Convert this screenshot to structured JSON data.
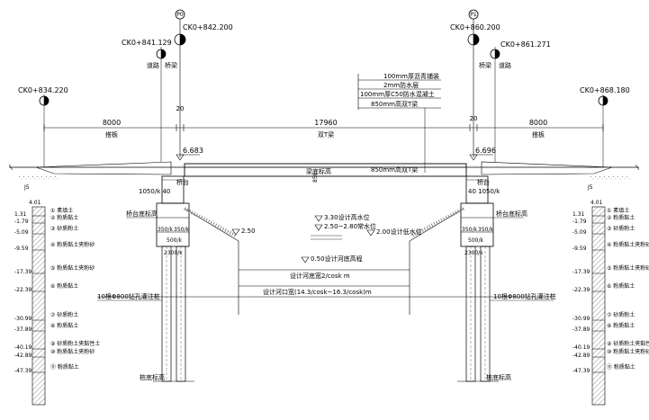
{
  "piers": [
    {
      "name": "P0",
      "top_label": "CK0+842.200",
      "side_label": "CK0+841.129",
      "abut_left": "道路",
      "abut_right": "桥梁"
    },
    {
      "name": "P1",
      "top_label": "CK0+860.200",
      "side_label": "CK0+861.271",
      "abut_left": "桥梁",
      "abut_right": "道路"
    }
  ],
  "far_left_station": "CK0+834.220",
  "far_right_station": "CK0+868.180",
  "pavement_layers": [
    "100mm厚沥青铺装",
    "2mm防水层",
    "100mm厚C50防水混凝土",
    "850mm高双T梁"
  ],
  "spans": [
    {
      "length": "8000",
      "name": "搭板"
    },
    {
      "length": "17960",
      "name": "双T梁"
    },
    {
      "length": "8000",
      "name": "搭板"
    }
  ],
  "gap_marks": [
    "20",
    "20"
  ],
  "elevations": {
    "left_top": "6.683",
    "right_top": "6.696",
    "beam_bottom": "梁底标高",
    "beam_height": "850",
    "beam_label": "850mm高双T梁"
  },
  "abutment": {
    "label": "桥台",
    "left_dim": "1050/k 40",
    "right_dim": "40 1050/k",
    "bottom_label": "桥台底标高",
    "sub_dims": [
      "350/k",
      "350/k",
      "500/k",
      "2300/k"
    ],
    "pile_label": "10根Φ800钻孔灌注桩",
    "pile_bottom": "桩底标高"
  },
  "water_levels": {
    "left_water": "2.50",
    "design_high": "3.30设计高水位",
    "normal": "2.50~2.80常水位",
    "low": "2.00设计低水位",
    "riverbed": "0.50设计河底高程",
    "bottom_width": "设计河底宽2/cosk m",
    "opening_width": "设计河口宽(14.3/cosk~16.3/cosk)m"
  },
  "boreholes": {
    "left_id": "J5",
    "right_id": "J5",
    "top_value": "4.01",
    "depths": [
      "1.31",
      "-1.79",
      "-5.09",
      "-9.59",
      "-17.39",
      "-22.39",
      "-30.99",
      "-37.89",
      "-40.19",
      "-42.89",
      "-47.39"
    ],
    "layers": [
      {
        "num": "①",
        "name": "素填土"
      },
      {
        "num": "②",
        "name": "粉质黏土"
      },
      {
        "num": "③",
        "name": "砂质粉土"
      },
      {
        "num": "④",
        "name": "粉质黏土夹粉砂"
      },
      {
        "num": "⑤",
        "name": "粉质黏土夹粉砂"
      },
      {
        "num": "⑥",
        "name": "粉质黏土"
      },
      {
        "num": "⑦",
        "name": "砂质粉土"
      },
      {
        "num": "⑧",
        "name": "粉质黏土"
      },
      {
        "num": "⑨",
        "name": "砂质粉土夹黏性土"
      },
      {
        "num": "⑩",
        "name": "粉质黏土夹粉砂"
      },
      {
        "num": "⑪",
        "name": "粉质黏土"
      }
    ]
  },
  "colors": {
    "line": "#000000",
    "hatch": "#444444",
    "paper": "#ffffff"
  }
}
